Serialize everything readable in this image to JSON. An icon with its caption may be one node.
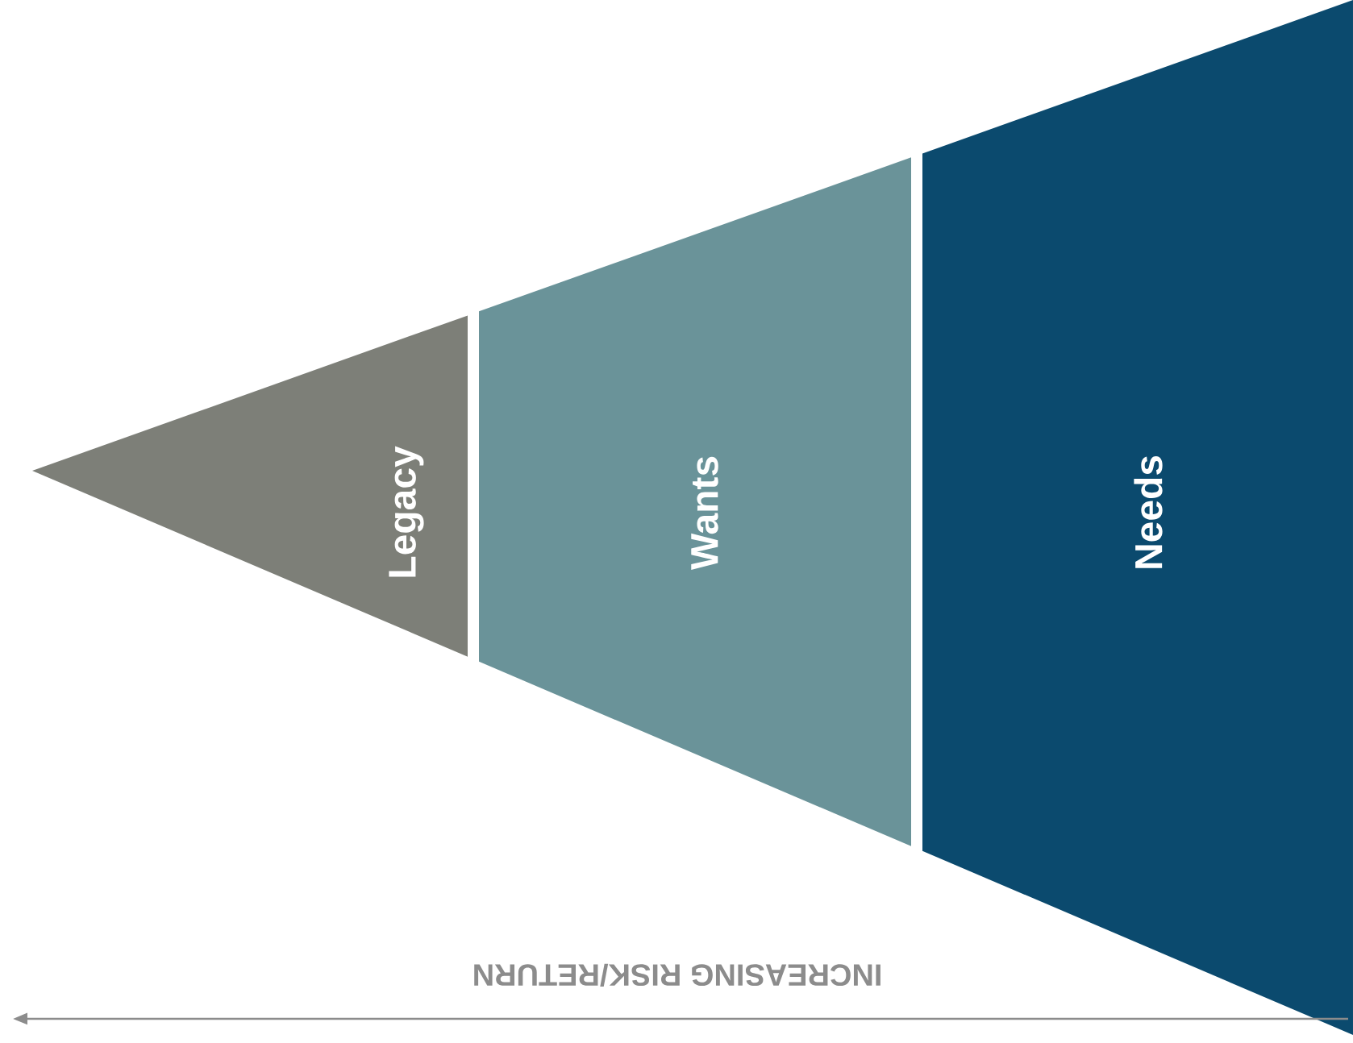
{
  "diagram": {
    "nodes": [
      {
        "text": [
          "Legacy"
        ]
      },
      {
        "text": [
          "Wants"
        ]
      },
      {
        "text": [
          "Needs"
        ]
      }
    ],
    "labels": [
      "INCREASING RISK/RETURN"
    ]
  }
}
